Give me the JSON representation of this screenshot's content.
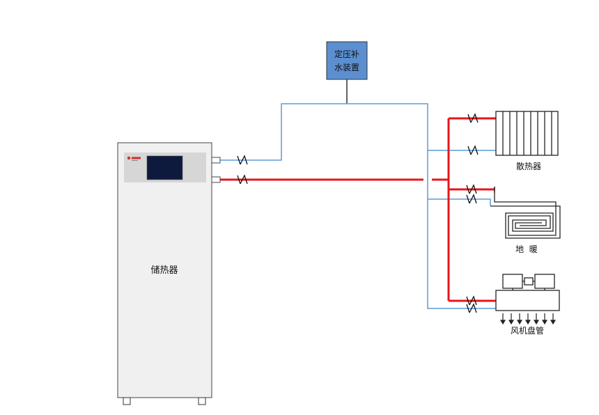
{
  "labels": {
    "pressure_unit_line1": "定压补",
    "pressure_unit_line2": "水装置",
    "storage_heater": "储热器",
    "radiator": "散热器",
    "floor_heating": "地  暖",
    "fan_coil": "风机盘管"
  },
  "colors": {
    "supply_pipe": "#e8151b",
    "return_pipe": "#5b9bd5",
    "pressure_unit_fill": "#5b8fd0",
    "tank_fill": "#f0f0f0",
    "tank_panel": "#d6d6d6",
    "screen": "#0e1a3d",
    "logo": "#c8332b",
    "outline": "#222222"
  }
}
